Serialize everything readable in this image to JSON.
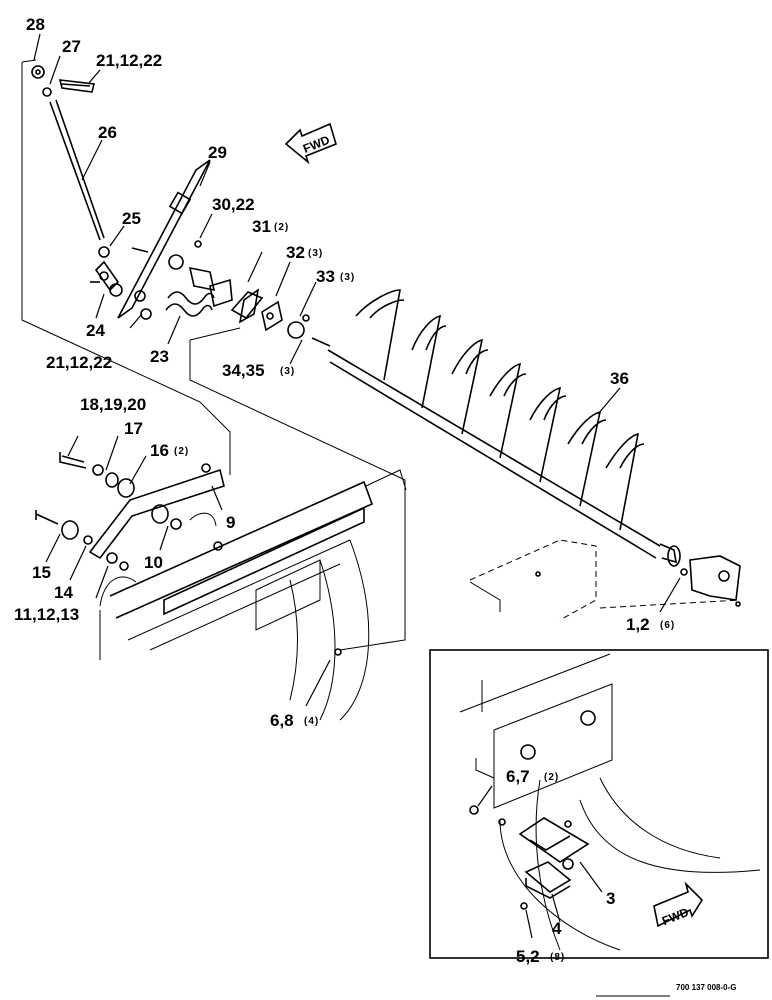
{
  "labels": {
    "l28": "28",
    "l27": "27",
    "l21_12_22_top": "21,12,22",
    "l26": "26",
    "l29": "29",
    "l25": "25",
    "l30_22": "30,22",
    "l31": "31",
    "l31_qty": "(2)",
    "l32": "32",
    "l32_qty": "(3)",
    "l33": "33",
    "l33_qty": "(3)",
    "l24": "24",
    "l21_12_22_bottom": "21,12,22",
    "l23": "23",
    "l34_35": "34,35",
    "l34_35_qty": "(3)",
    "l36": "36",
    "l18_19_20": "18,19,20",
    "l17": "17",
    "l16": "16",
    "l16_qty": "(2)",
    "l9": "9",
    "l10": "10",
    "l15": "15",
    "l14": "14",
    "l11_12_13": "11,12,13",
    "l1_2": "1,2",
    "l1_2_qty": "(6)",
    "l6_8": "6,8",
    "l6_8_qty": "(4)",
    "l6_7": "6,7",
    "l6_7_qty": "(2)",
    "l3": "3",
    "l4": "4",
    "l5_2": "5,2",
    "l5_2_qty": "(8)"
  },
  "fwd_top": "FWD",
  "fwd_inset": "FWD",
  "figure_id": "700 137 008-0-G",
  "icons": {
    "fwd_top": "fwd-arrow-icon",
    "fwd_inset": "fwd-arrow-icon"
  }
}
